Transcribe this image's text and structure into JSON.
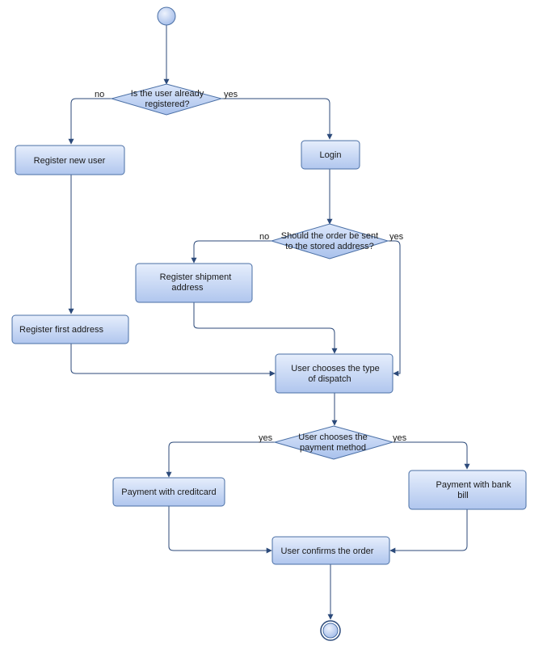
{
  "activities": {
    "register_new_user": "Register new user",
    "login": "Login",
    "register_shipment_address": [
      "Register shipment",
      "address"
    ],
    "register_first_address": "Register first address",
    "choose_dispatch": [
      "User chooses the type",
      "of dispatch"
    ],
    "payment_credit_card": "Payment with creditcard",
    "payment_bank_bill": [
      "Payment with bank",
      "bill"
    ],
    "confirm_order": "User confirms the order"
  },
  "decisions": {
    "already_registered": [
      "Is the user already",
      "registered?"
    ],
    "stored_address": [
      "Should the order be sent",
      "to the stored address?"
    ],
    "payment_method": [
      "User chooses the",
      "payment method"
    ]
  },
  "edge_labels": {
    "registered_no": "no",
    "registered_yes": "yes",
    "stored_no": "no",
    "stored_yes": "yes",
    "payment_yes_left": "yes",
    "payment_yes_right": "yes"
  },
  "colors": {
    "node_fill_top": "#e3ecfb",
    "node_fill_bottom": "#b3c8ef",
    "node_stroke": "#4a6fa5",
    "edge": "#2c4a7a"
  }
}
